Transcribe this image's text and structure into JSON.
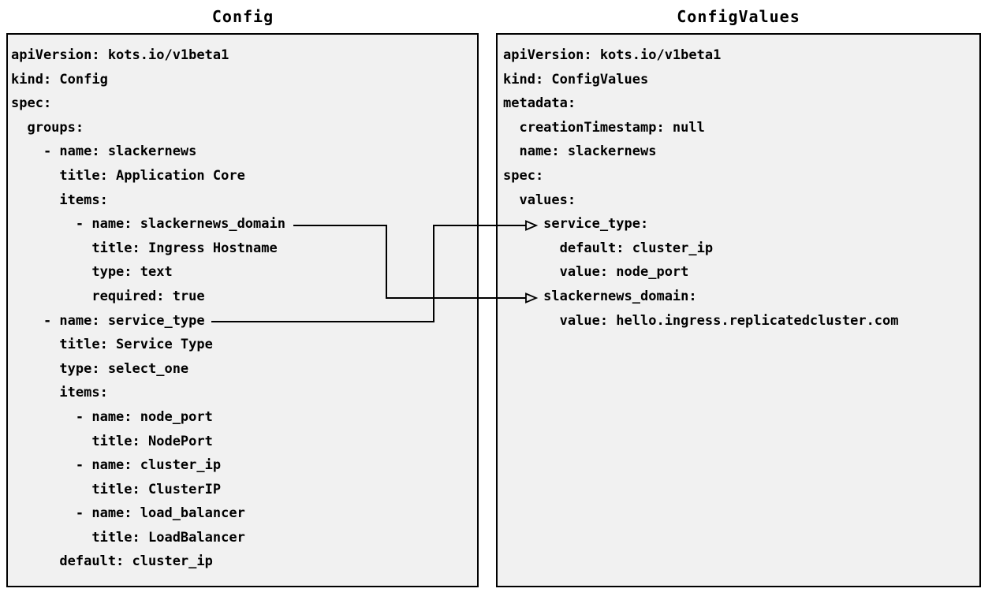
{
  "left_panel": {
    "title": "Config",
    "yaml_lines": [
      "apiVersion: kots.io/v1beta1",
      "kind: Config",
      "spec:",
      "  groups:",
      "    - name: slackernews",
      "      title: Application Core",
      "      items:",
      "        - name: slackernews_domain",
      "          title: Ingress Hostname",
      "          type: text",
      "          required: true",
      "    - name: service_type",
      "      title: Service Type",
      "      type: select_one",
      "      items:",
      "        - name: node_port",
      "          title: NodePort",
      "        - name: cluster_ip",
      "          title: ClusterIP",
      "        - name: load_balancer",
      "          title: LoadBalancer",
      "      default: cluster_ip"
    ]
  },
  "right_panel": {
    "title": "ConfigValues",
    "yaml_lines": [
      "apiVersion: kots.io/v1beta1",
      "kind: ConfigValues",
      "metadata:",
      "  creationTimestamp: null",
      "  name: slackernews",
      "spec:",
      "  values:",
      "     service_type:",
      "       default: cluster_ip",
      "       value: node_port",
      "     slackernews_domain:",
      "       value: hello.ingress.replicatedcluster.com"
    ]
  },
  "connections": [
    {
      "from": "Config item name: slackernews_domain",
      "to": "ConfigValues key: slackernews_domain"
    },
    {
      "from": "Config item name: service_type",
      "to": "ConfigValues key: service_type"
    }
  ],
  "colors": {
    "panel_background": "#f1f1f1",
    "border": "#000000",
    "text": "#000000",
    "arrow": "#000000"
  }
}
